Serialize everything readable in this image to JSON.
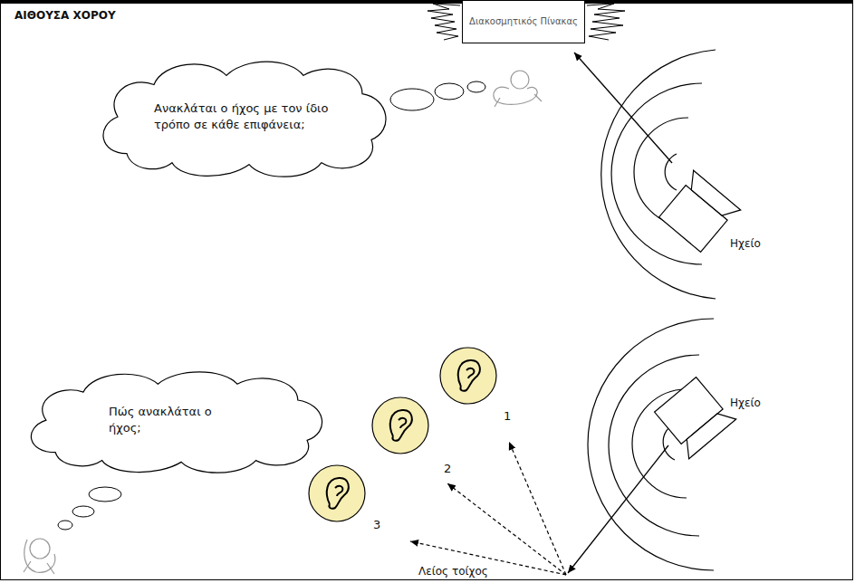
{
  "diagram": {
    "title": "ΑΙΘΟΥΣΑ ΧΟΡΟΥ",
    "nodes": [
      {
        "text": [
          "Διακοσμητικός Πίνακας"
        ]
      },
      {
        "text": [
          "Ανακλάται ο ήχος με τον ίδιο τρόπο σε κάθε επιφάνεια;"
        ]
      },
      {
        "text": [
          "Πώς ανακλάται ο ήχος;"
        ]
      }
    ],
    "labels": [
      "Ηχείο",
      "Ηχείο",
      "1",
      "2",
      "3",
      "Λείος τοίχος"
    ]
  }
}
